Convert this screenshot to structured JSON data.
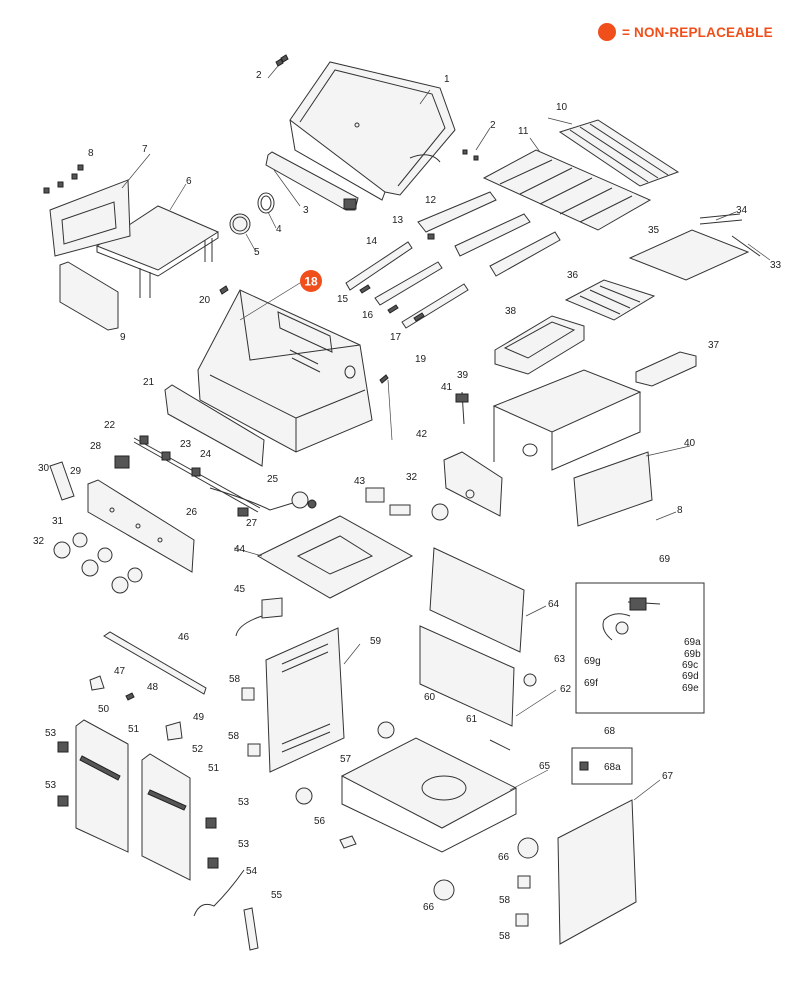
{
  "legend": {
    "text": "= NON-REPLACEABLE",
    "color": "#f04e1a"
  },
  "highlight": {
    "label": "18",
    "color": "#f04e1a"
  },
  "callouts": [
    "1",
    "2",
    "2",
    "3",
    "4",
    "5",
    "6",
    "7",
    "8",
    "9",
    "10",
    "11",
    "12",
    "13",
    "14",
    "15",
    "16",
    "17",
    "19",
    "20",
    "21",
    "22",
    "23",
    "24",
    "25",
    "26",
    "27",
    "28",
    "29",
    "30",
    "31",
    "32",
    "32",
    "33",
    "34",
    "35",
    "36",
    "37",
    "38",
    "39",
    "40",
    "41",
    "42",
    "43",
    "44",
    "45",
    "46",
    "47",
    "48",
    "49",
    "50",
    "51",
    "51",
    "52",
    "53",
    "53",
    "53",
    "53",
    "54",
    "55",
    "56",
    "57",
    "58",
    "58",
    "58",
    "58",
    "59",
    "60",
    "61",
    "62",
    "63",
    "64",
    "65",
    "66",
    "66",
    "67",
    "68",
    "69",
    "8"
  ],
  "detail_69": [
    "69a",
    "69b",
    "69c",
    "69d",
    "69e",
    "69f",
    "69g"
  ],
  "detail_68": "68a"
}
